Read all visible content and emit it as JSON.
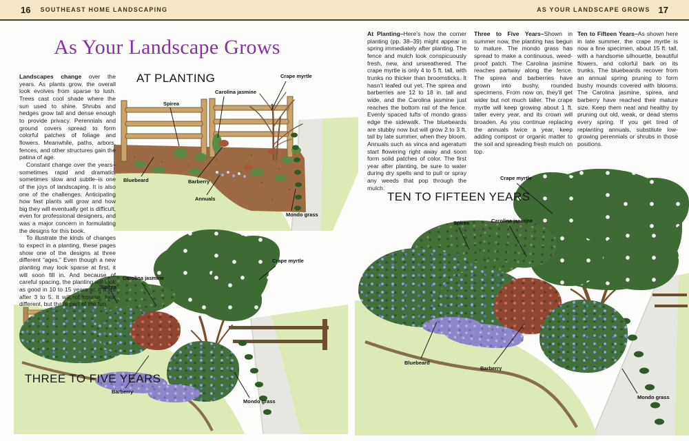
{
  "header": {
    "left_page": "16",
    "left_title": "SOUTHEAST HOME LANDSCAPING",
    "right_title": "AS YOUR LANDSCAPE GROWS",
    "right_page": "17"
  },
  "title": "As Your Landscape Grows",
  "intro": {
    "lead": "Landscapes change",
    "p1": " over the years. As plants grow, the overall look evolves from sparse to lush. Trees cast cool shade where the sun used to shine. Shrubs and hedges grow tall and dense enough to provide privacy. Perennials and ground covers spread to form colorful patches of foliage and flowers. Meanwhile, paths, arbors, fences, and other structures gain the patina of age.",
    "p2": "Constant change over the years–sometimes rapid and dramatic, sometimes slow and subtle–is one of the joys of landscaping. It is also one of the challenges. Anticipating how fast plants will grow and how big they will eventually get is difficult, even for professional designers, and was a major concern in formulating the designs for this book.",
    "p3": "To illustrate the kinds of changes to expect in a planting, these pages show one of the designs at three different “ages.” Even though a new planting may look sparse at first, it will soon fill in. And because of careful spacing, the planting will look as good in 10 to 15 years as it does after 3 to 5. It will, of course, look different, but that’s part of the fun."
  },
  "columns": [
    {
      "lead": "At Planting–",
      "body": "Here’s how the corner planting (pp. 38–39) might appear in spring immediately after planting. The fence and mulch look conspicuously fresh, new, and unweathered. The crape myrtle is only 4 to 5 ft. tall, with trunks no thicker than broomsticks. It hasn’t leafed out yet. The spirea and barberries are 12 to 18 in. tall and wide, and the Carolina jasmine just reaches the bottom rail of the fence. Evenly spaced tufts of mondo grass edge the sidewalk. The bluebeards are stubby now but will grow 2 to 3 ft. tall by late summer, when they bloom. Annuals such as vinca and ageratum start flowering right away and soon form solid patches of color. The first year after planting, be sure to water during dry spells and to pull or spray any weeds that pop through the mulch."
    },
    {
      "lead": "Three to Five Years–",
      "body": "Shown in summer now, the planting has begun to mature. The mondo grass has spread to make a continuous, weed-proof patch. The Carolina jasmine reaches partway along the fence. The spirea and barberries have grown into bushy, rounded specimens. From now on, they’ll get wider but not much taller. The crape myrtle will keep growing about 1 ft. taller every year, and its crown will broaden. As you continue replacing the annuals twice a year, keep adding compost or organic matter to the soil and spreading fresh mulch on top."
    },
    {
      "lead": "Ten to Fifteen Years–",
      "body": "As shown here in late summer, the crape myrtle is now a fine specimen, about 15 ft. tall, with a handsome silhouette, beautiful flowers, and colorful bark on its trunks. The bluebeards recover from an annual spring pruning to form bushy mounds covered with blooms. The Carolina jasmine, spirea, and barberry have reached their mature size. Keep them neat and healthy by pruning out old, weak, or dead stems every spring. If you get tired of replanting annuals, substitute low-growing perennials or shrubs in those positions."
    }
  ],
  "figures": [
    {
      "caption": "AT PLANTING",
      "labels": [
        "Crape myrtle",
        "Carolina jasmine",
        "Spirea",
        "Bluebeard",
        "Barberry",
        "Annuals",
        "Mondo grass"
      ]
    },
    {
      "caption": "THREE TO FIVE YEARS",
      "labels": [
        "Crape myrtle",
        "Carolina jasmine",
        "Spirea",
        "Barberry",
        "Mondo grass"
      ]
    },
    {
      "caption": "TEN TO FIFTEEN YEARS",
      "labels": [
        "Crape myrtle",
        "Carolina jasmine",
        "Spirea",
        "Bluebeard",
        "Barberry",
        "Mondo grass"
      ]
    }
  ],
  "colors": {
    "header_bg": "#f6e8c6",
    "header_rule": "#43422a",
    "title_purple": "#8a2fa0",
    "lawn_green": "#dcebb6",
    "mulch_brown": "#9c6b43",
    "canopy_green": "#3e6a33",
    "bluebeard_blue": "#8fa9e0",
    "barberry_red": "#8f4732"
  }
}
